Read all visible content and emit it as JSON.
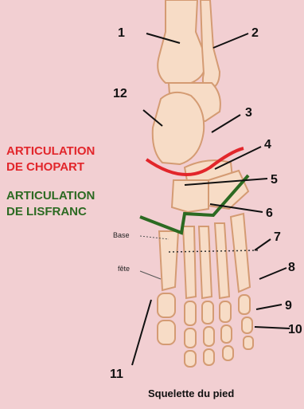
{
  "labels": {
    "chopart": "ARTICULATION\nDE CHOPART",
    "lisfranc": "ARTICULATION\nDE LISFRANC",
    "base": "Base",
    "tete": "fête",
    "caption": "Squelette du pied",
    "numbers": [
      "1",
      "2",
      "3",
      "4",
      "5",
      "6",
      "7",
      "8",
      "9",
      "10",
      "11",
      "12"
    ]
  },
  "colors": {
    "background": "#f2cfd2",
    "chopart": "#e2262b",
    "lisfranc": "#2c6a22",
    "bone_fill": "#f7dcc6",
    "bone_stroke": "#d49b73"
  }
}
